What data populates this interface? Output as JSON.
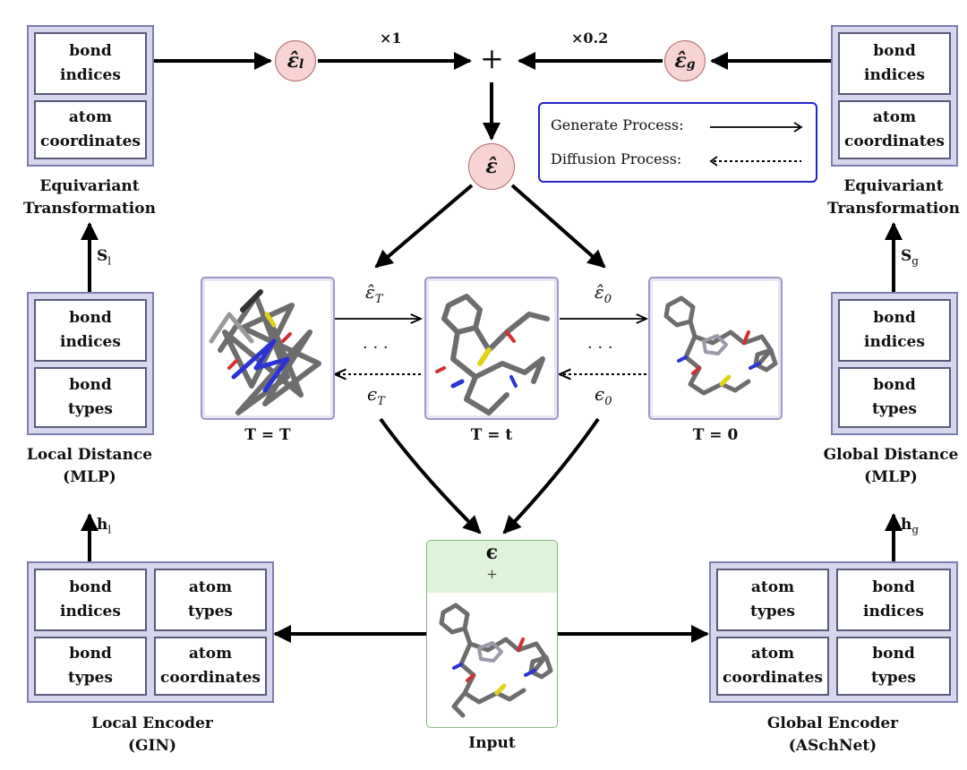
{
  "top_left": {
    "cells": [
      "bond\nindices",
      "atom\ncoordinates"
    ],
    "label": "Equivariant\nTransformation"
  },
  "top_right": {
    "cells": [
      "bond\nindices",
      "atom\ncoordinates"
    ],
    "label": "Equivariant\nTransformation"
  },
  "mid_left": {
    "cells": [
      "bond\nindices",
      "bond\ntypes"
    ],
    "label": "Local Distance\n(MLP)"
  },
  "mid_right": {
    "cells": [
      "bond\nindices",
      "bond\ntypes"
    ],
    "label": "Global Distance\n(MLP)"
  },
  "bottom_left": {
    "cells": [
      "bond\nindices",
      "atom\ntypes",
      "bond\ntypes",
      "atom\ncoordinates"
    ],
    "label": "Local Encoder\n(GIN)"
  },
  "bottom_right": {
    "cells": [
      "atom\ntypes",
      "bond\nindices",
      "atom\ncoordinates",
      "bond\ntypes"
    ],
    "label": "Global Encoder\n(ASchNet)"
  },
  "arrow_labels": {
    "s_local": "S",
    "s_local_sub": "l",
    "s_global": "S",
    "s_global_sub": "g",
    "h_local": "h",
    "h_local_sub": "l",
    "h_global": "h",
    "h_global_sub": "g"
  },
  "top_flow": {
    "eps_local": "ε̂",
    "eps_local_sub": "l",
    "eps_global": "ε̂",
    "eps_global_sub": "g",
    "mult_local": "×1",
    "mult_global": "×0.2",
    "plus": "+",
    "eps_hat": "ε̂"
  },
  "legend": {
    "generate": "Generate Process:",
    "diffusion": "Diffusion Process:"
  },
  "process": {
    "eps_hat_T": "ε̂",
    "eps_hat_T_sub": "T",
    "eps_hat_0": "ε̂",
    "eps_hat_0_sub": "0",
    "eps_T": "ϵ",
    "eps_T_sub": "T",
    "eps_0": "ϵ",
    "eps_0_sub": "0",
    "dots": "· · ·",
    "snapshots": [
      "T = T",
      "T = t",
      "T = 0"
    ]
  },
  "input": {
    "eps": "ϵ",
    "plus": "+",
    "label": "Input"
  },
  "colors": {
    "panel_fill": "#d6d6ef",
    "circle_fill": "#f7d3d3",
    "input_fill": "#dff3da",
    "legend_border": "#2323c8"
  }
}
